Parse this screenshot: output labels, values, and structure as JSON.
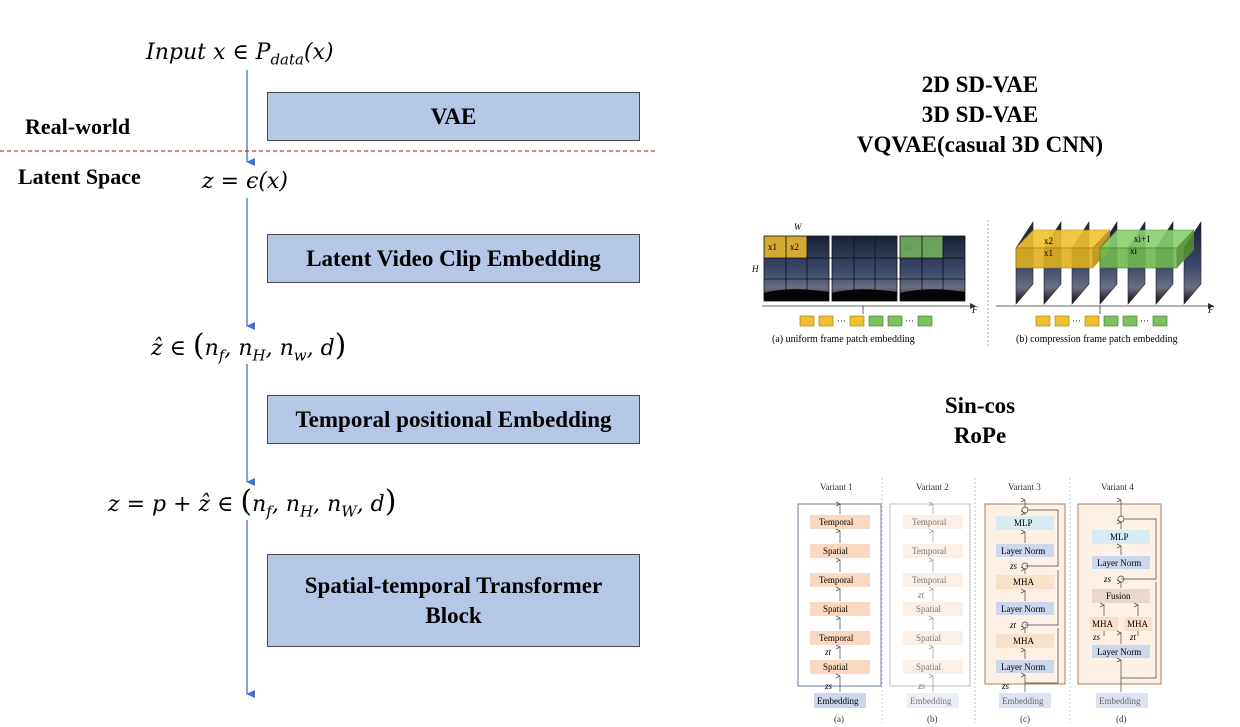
{
  "pipeline": {
    "input_text": "Input x ∈ P_data(x)",
    "input_prefix": "Input ",
    "input_var": "x ∈ P",
    "input_sub": "data",
    "input_suffix": "(x)",
    "real_world_label": "Real-world",
    "latent_space_label": "Latent Space",
    "z_encode": "z = ϵ(x)",
    "zhat_left": "ẑ ∈",
    "zhat_tuple": "(n",
    "zsum_left": "z = p + ẑ ∈",
    "sub_f": "f",
    "sub_H": "H",
    "sub_w": "w",
    "sub_W": "W",
    "d": "d)",
    "boxes": {
      "vae": "VAE",
      "latent_clip": "Latent Video Clip Embedding",
      "temporal_pos": "Temporal positional Embedding",
      "st_block_line1": "Spatial-temporal Transformer",
      "st_block_line2": "Block"
    }
  },
  "right": {
    "vae_variants": [
      "2D SD-VAE",
      "3D SD-VAE",
      "VQVAE(casual 3D CNN)"
    ],
    "pos_embed": [
      "Sin-cos",
      "RoPe"
    ],
    "patch_fig": {
      "caption_a": "(a) uniform frame patch embedding",
      "caption_b": "(b) compression frame patch embedding",
      "axis_W": "W",
      "axis_H": "H",
      "axis_F": "F",
      "x1": "x1",
      "x2": "x2",
      "xi": "xi",
      "xi1": "xi+1",
      "ellipsis": "···"
    },
    "variants_fig": {
      "titles": [
        "Variant 1",
        "Variant 2",
        "Variant 3",
        "Variant 4"
      ],
      "captions": [
        "(a)",
        "(b)",
        "(c)",
        "(d)"
      ],
      "embedding": "Embedding",
      "temporal": "Temporal",
      "spatial": "Spatial",
      "mlp": "MLP",
      "layer_norm": "Layer Norm",
      "mha": "MHA",
      "fusion": "Fusion",
      "zt": "zt",
      "zs": "zs"
    }
  },
  "colors": {
    "box_fill": "#b4c7e7",
    "arrow": "#4472c4",
    "divider": "#c00000"
  }
}
